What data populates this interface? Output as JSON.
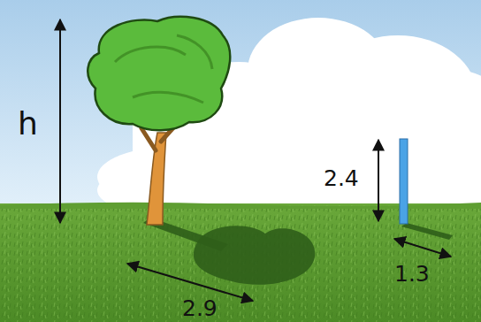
{
  "diagram": {
    "labels": [
      "h",
      "2.4",
      "1.3",
      "2.9"
    ]
  }
}
